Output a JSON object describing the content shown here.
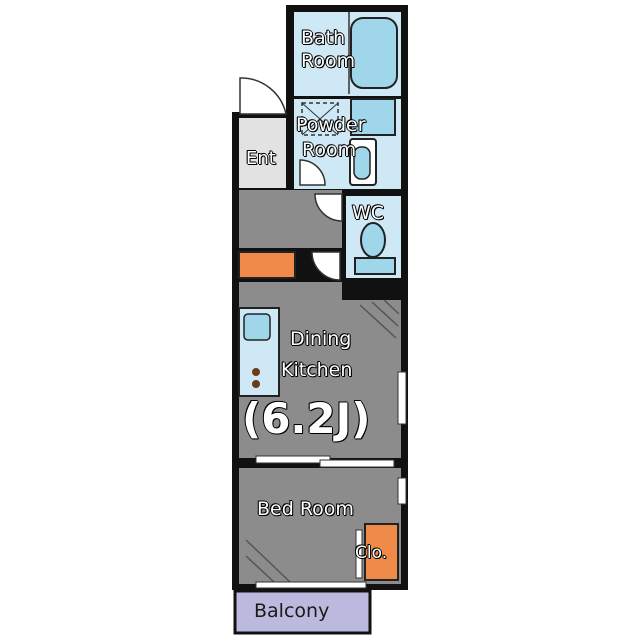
{
  "colors": {
    "wall": "#111111",
    "floor_gray": "#8c8c8c",
    "entrance_gray": "#e2e2e2",
    "wet_area_blue": "#cfe8f5",
    "fixture_blue": "#9fd6ea",
    "storage_orange": "#f08a48",
    "balcony_purple": "#bbb9dd",
    "door_fill": "#ffffff"
  },
  "rooms": {
    "bath": {
      "line1": "Bath",
      "line2": "Room"
    },
    "powder": {
      "line1": "Powder",
      "line2": "Room"
    },
    "entrance": {
      "label": "Ent"
    },
    "wc": {
      "label": "WC"
    },
    "dining": {
      "line1": "Dining",
      "line2": "Kitchen",
      "size": "(6.2J)"
    },
    "bedroom": {
      "label": "Bed Room"
    },
    "closet": {
      "label": "Clo."
    },
    "balcony": {
      "label": "Balcony"
    }
  }
}
